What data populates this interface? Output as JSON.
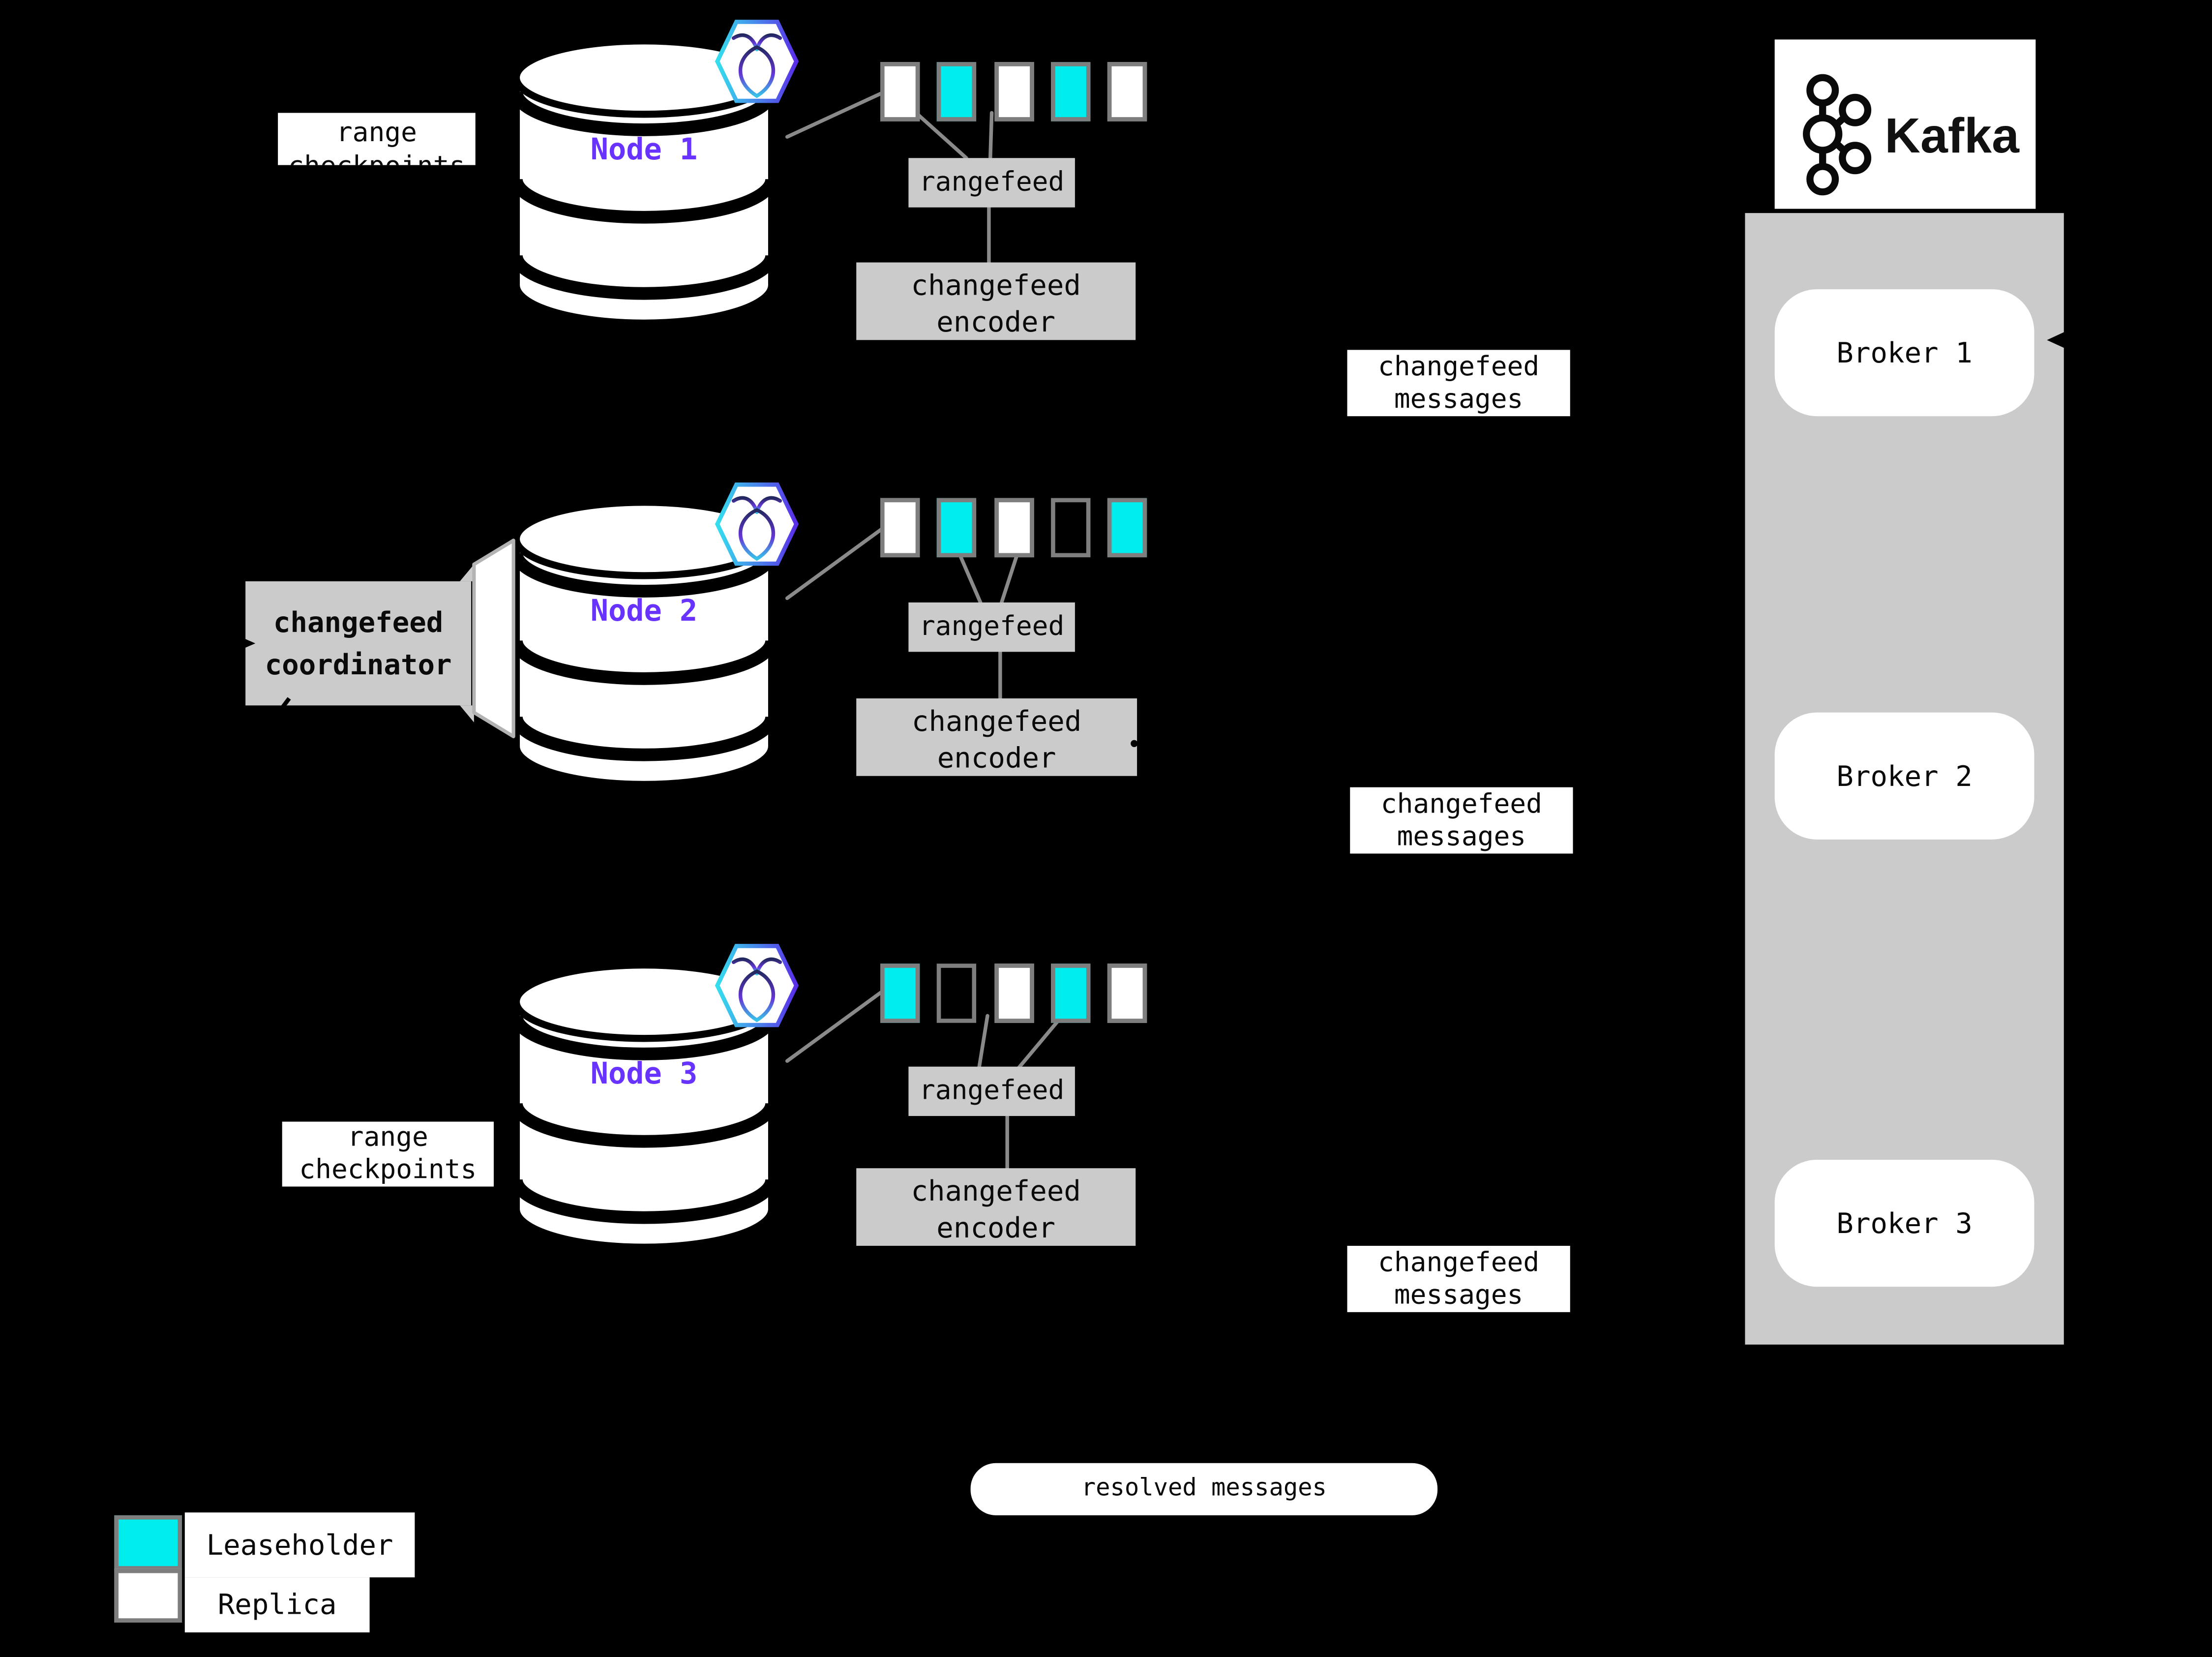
{
  "colors": {
    "background": "#000000",
    "leaseholder": "#00EDED",
    "replica": "#FFFFFF",
    "panel": "#CBCBCB",
    "square_border": "#7E7E7E",
    "connector": "#8A8A8A",
    "node_label": "#6933FF"
  },
  "icons": {
    "node_badge": "cockroachdb-icon",
    "kafka_logo": "kafka-icon"
  },
  "annotations": {
    "range_checkpoints_top": "range\ncheckpoints",
    "range_checkpoints_bottom": "range\ncheckpoints",
    "coordinator": "changefeed\ncoordinator",
    "resolved": "resolved messages"
  },
  "nodes": [
    {
      "label": "Node 1",
      "ranges": [
        "replica",
        "leaseholder",
        "replica",
        "leaseholder",
        "replica"
      ],
      "rangefeed": "rangefeed",
      "encoder": "changefeed\nencoder",
      "messages": "changefeed\nmessages"
    },
    {
      "label": "Node 2",
      "ranges": [
        "replica",
        "leaseholder",
        "replica",
        "empty",
        "leaseholder"
      ],
      "rangefeed": "rangefeed",
      "encoder": "changefeed\nencoder",
      "messages": "changefeed\nmessages"
    },
    {
      "label": "Node 3",
      "ranges": [
        "leaseholder",
        "empty",
        "replica",
        "leaseholder",
        "replica"
      ],
      "rangefeed": "rangefeed",
      "encoder": "changefeed\nencoder",
      "messages": "changefeed\nmessages"
    }
  ],
  "kafka": {
    "title": "Kafka",
    "brokers": [
      "Broker 1",
      "Broker 2",
      "Broker 3"
    ]
  },
  "legend": {
    "leaseholder": "Leaseholder",
    "replica": "Replica"
  }
}
